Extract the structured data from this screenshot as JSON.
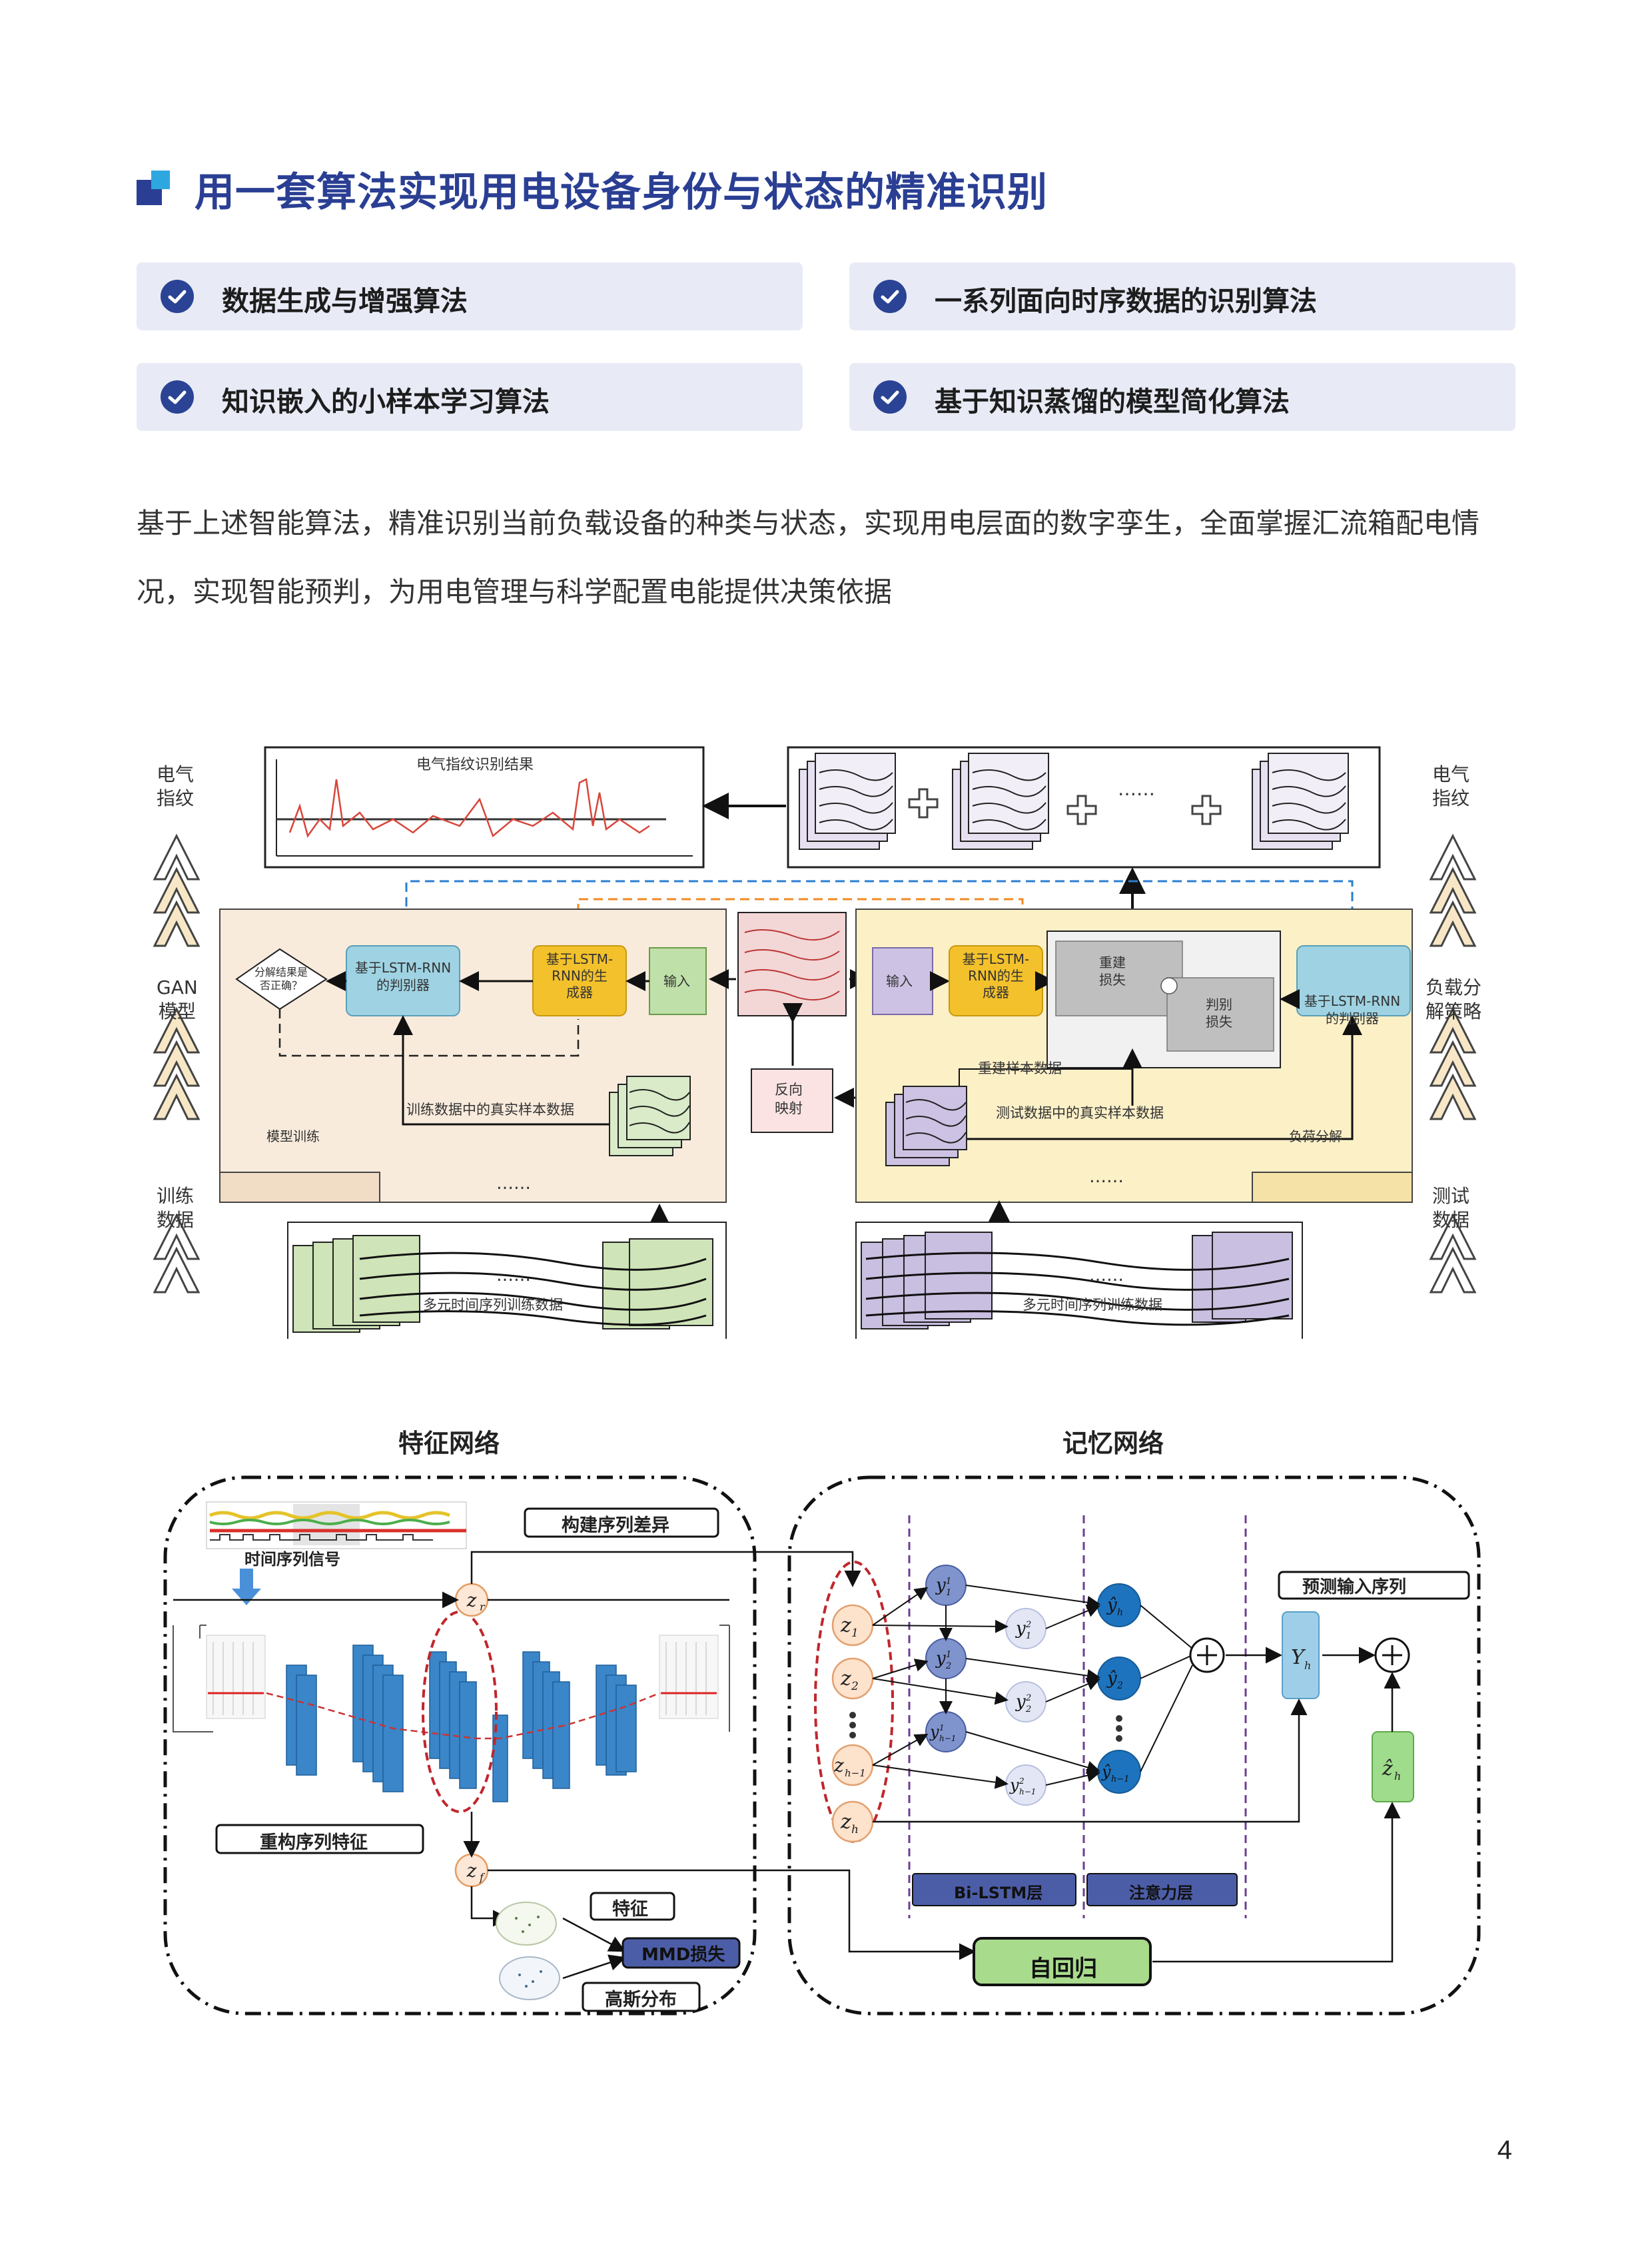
{
  "section": {
    "title": "用一套算法实现用电设备身份与状态的精准识别"
  },
  "features": [
    {
      "label": "数据生成与增强算法"
    },
    {
      "label": "一系列面向时序数据的识别算法"
    },
    {
      "label": "知识嵌入的小样本学习算法"
    },
    {
      "label": "基于知识蒸馏的模型简化算法"
    }
  ],
  "description": {
    "line1": "基于上述智能算法，精准识别当前负载设备的种类与状态，实现用电层面的数字孪生，全面掌握汇流箱配电情",
    "line2": "况，实现智能预判，为用电管理与科学配置电能提供决策依据"
  },
  "figure1": {
    "left_labels": {
      "fingerprint": "电气\n指纹",
      "gan": "GAN\n模型",
      "train_data": "训练\n数据"
    },
    "right_labels": {
      "fingerprint": "电气\n指纹",
      "load": "负载分\n解策略",
      "test_data": "测试\n数据"
    },
    "result_title": "电气指纹识别结果",
    "discriminator": "基于LSTM-RNN\n的判别器",
    "generator": "基于LSTM-\nRNN的生\n成器",
    "input": "输入",
    "decision": "分解结果是\n否正确？",
    "train_real": "训练数据中的真实样本数据",
    "model_training": "模型训练",
    "reverse_mapping": "反向\n映射",
    "recon_loss": "重建\n损失",
    "disc_loss": "判别\n损失",
    "recon_samples": "重建样本数据",
    "test_real": "测试数据中的真实样本数据",
    "load_decomposition": "负荷分解",
    "multi_train_left": "多元时间序列训练数据",
    "multi_train_right": "多元时间序列训练数据",
    "dots": "……",
    "ellipsis": "……"
  },
  "figure2": {
    "feature_net_title": "特征网络",
    "memory_net_title": "记忆网络",
    "ts_signal": "时间序列信号",
    "build_diff": "构建序列差异",
    "recon_feature": "重构序列特征",
    "feature": "特征",
    "mmd_loss": "MMD损失",
    "gaussian": "高斯分布",
    "bilstm": "Bi-LSTM层",
    "attention": "注意力层",
    "predict_input": "预测输入序列",
    "autoregress": "自回归"
  },
  "page_number": "4",
  "colors": {
    "brand": "#2a3f93",
    "card_bg": "#e8ebf6",
    "check": "#2a4394"
  }
}
